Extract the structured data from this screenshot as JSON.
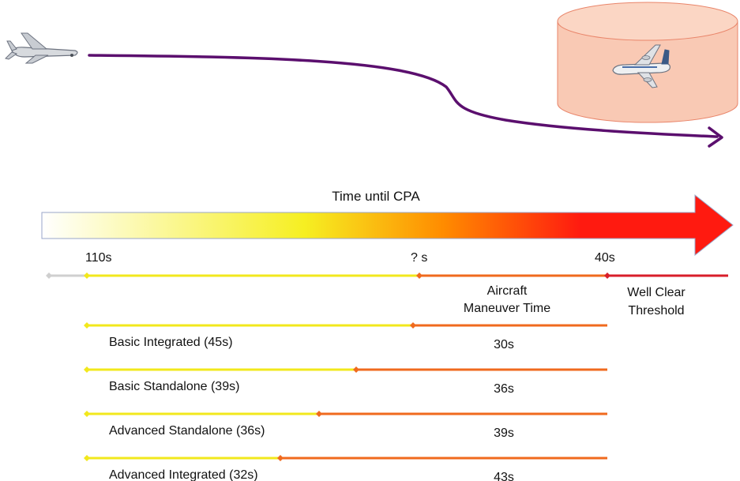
{
  "scene": {
    "uav_icon": "drone-icon",
    "intruder_icon": "airliner-icon",
    "path_color": "#5b0f6e",
    "zone_fill": "#f9c9b4",
    "zone_stroke": "#e9856a"
  },
  "gradient_arrow": {
    "label": "Time until CPA",
    "colors": [
      "#ffffff",
      "#f6ef22",
      "#ff8c00",
      "#ff1a10"
    ]
  },
  "timeline": {
    "ticks": [
      {
        "label": "110s"
      },
      {
        "label": "? s"
      },
      {
        "label": "40s"
      }
    ],
    "maneuver_label_line1": "Aircraft",
    "maneuver_label_line2": "Maneuver Time",
    "threshold_label_line1": "Well Clear",
    "threshold_label_line2": "Threshold",
    "colors": {
      "pre": "#cfcfcf",
      "alert": "#f2e81c",
      "maneuver": "#f06a1e",
      "threshold": "#d81e2a"
    }
  },
  "configs": [
    {
      "name": "Basic Integrated (45s)",
      "alert_time_s": 45,
      "maneuver_time": "30s"
    },
    {
      "name": "Basic Standalone (39s)",
      "alert_time_s": 39,
      "maneuver_time": "36s"
    },
    {
      "name": "Advanced Standalone (36s)",
      "alert_time_s": 36,
      "maneuver_time": "39s"
    },
    {
      "name": "Advanced Integrated (32s)",
      "alert_time_s": 32,
      "maneuver_time": "43s"
    }
  ]
}
